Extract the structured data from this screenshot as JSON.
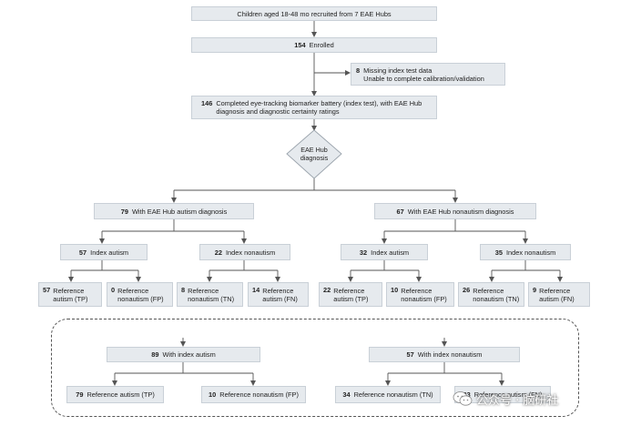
{
  "top": {
    "recruited": "Children aged 18-48 mo recruited from 7 EAE Hubs",
    "enrolled_num": "154",
    "enrolled_label": "Enrolled",
    "missing_num": "8",
    "missing_line1": "Missing index test data",
    "missing_line2": "Unable to complete calibration/validation",
    "completed_num": "146",
    "completed_line1": "Completed eye-tracking biomarker battery (index test), with EAE Hub",
    "completed_line2": "diagnosis and diagnostic certainty ratings",
    "diamond_line1": "EAE Hub",
    "diamond_line2": "diagnosis"
  },
  "left": {
    "num": "79",
    "label": "With EAE Hub autism diagnosis",
    "index_autism": {
      "num": "57",
      "label": "Index autism"
    },
    "index_nonautism": {
      "num": "22",
      "label": "Index nonautism"
    },
    "leaves": [
      {
        "num": "57",
        "line1": "Reference",
        "line2": "autism (TP)"
      },
      {
        "num": "0",
        "line1": "Reference",
        "line2": "nonautism (FP)"
      },
      {
        "num": "8",
        "line1": "Reference",
        "line2": "nonautism (TN)"
      },
      {
        "num": "14",
        "line1": "Reference",
        "line2": "autism (FN)"
      }
    ]
  },
  "right": {
    "num": "67",
    "label": "With EAE Hub nonautism diagnosis",
    "index_autism": {
      "num": "32",
      "label": "Index autism"
    },
    "index_nonautism": {
      "num": "35",
      "label": "Index nonautism"
    },
    "leaves": [
      {
        "num": "22",
        "line1": "Reference",
        "line2": "autism (TP)"
      },
      {
        "num": "10",
        "line1": "Reference",
        "line2": "nonautism (FP)"
      },
      {
        "num": "26",
        "line1": "Reference",
        "line2": "nonautism (TN)"
      },
      {
        "num": "9",
        "line1": "Reference",
        "line2": "autism (FN)"
      }
    ]
  },
  "summary": {
    "with_index_autism": {
      "num": "89",
      "label": "With index autism"
    },
    "with_index_nonautism": {
      "num": "57",
      "label": "With index nonautism"
    },
    "tp": {
      "num": "79",
      "label": "Reference autism (TP)"
    },
    "fp": {
      "num": "10",
      "label": "Reference nonautism (FP)"
    },
    "tn": {
      "num": "34",
      "label": "Reference nonautism (TN)"
    },
    "fn": {
      "num": "23",
      "label": "Reference autism (FN)"
    }
  },
  "watermark": {
    "icon": "wechat-icon",
    "text": "公众号 · 脑研社"
  },
  "colors": {
    "box_fill": "#e6eaee",
    "box_border": "#c9d0d7",
    "line": "#555555"
  }
}
